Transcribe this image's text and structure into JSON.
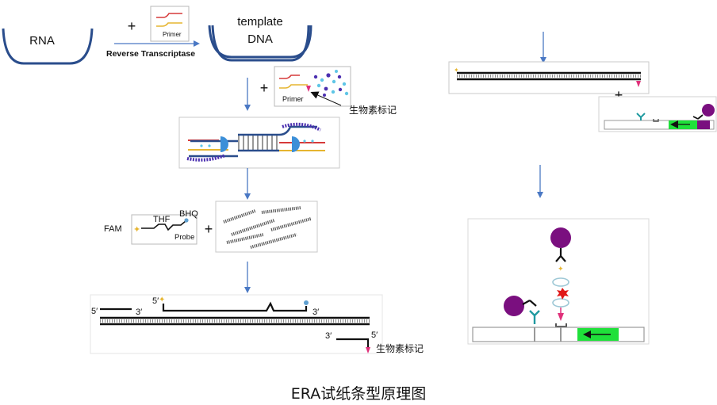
{
  "labels": {
    "rna": "RNA",
    "plus_top": "+",
    "primer_top": "Primer",
    "reverse_transcriptase": "Reverse Transcriptase",
    "template_line1": "template",
    "template_line2": "DNA",
    "plus_mid": "+",
    "primer_mid": "Primer",
    "biotin_label_1": "生物素标记",
    "fam": "FAM",
    "thf": "THF",
    "bhq": "BHQ",
    "probe": "Probe",
    "plus_probe": "+",
    "prime_5_a": "5′",
    "prime_3_a": "3′",
    "prime_5_b": "5′",
    "prime_3_b": "3′",
    "prime_3_c": "3′",
    "prime_5_c": "5′",
    "biotin_label_2": "生物素标记",
    "plus_right": "+"
  },
  "caption": "ERA试纸条型原理图",
  "colors": {
    "arrow_blue": "#4a78c4",
    "dna_navy": "#2a4d8c",
    "red_primer": "#d63a3a",
    "yellow_primer": "#e6b530",
    "purple": "#7a0f7f",
    "teal": "#1f9aa0",
    "green_band": "#1fe03a",
    "magenta": "#e0307a",
    "blue_enzyme": "#3c8fd8",
    "dot_purple": "#4b2fb0",
    "dot_cyan": "#5fc6e6"
  }
}
